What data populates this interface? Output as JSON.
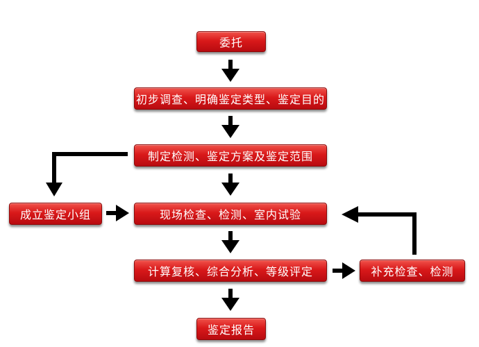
{
  "nodes": {
    "commission": "委托",
    "initial_survey": "初步调查、明确鉴定类型、鉴定目的",
    "plan": "制定检测、鉴定方案及鉴定范围",
    "field_test": "现场检查、检测、室内试验",
    "form_team": "成立鉴定小组",
    "calculation": "计算复核、综合分析、等级评定",
    "supplementary": "补充检查、检测",
    "report": "鉴定报告"
  },
  "colors": {
    "box_fill": "#d9191a",
    "box_text": "#ffffff",
    "arrow": "#000000"
  }
}
